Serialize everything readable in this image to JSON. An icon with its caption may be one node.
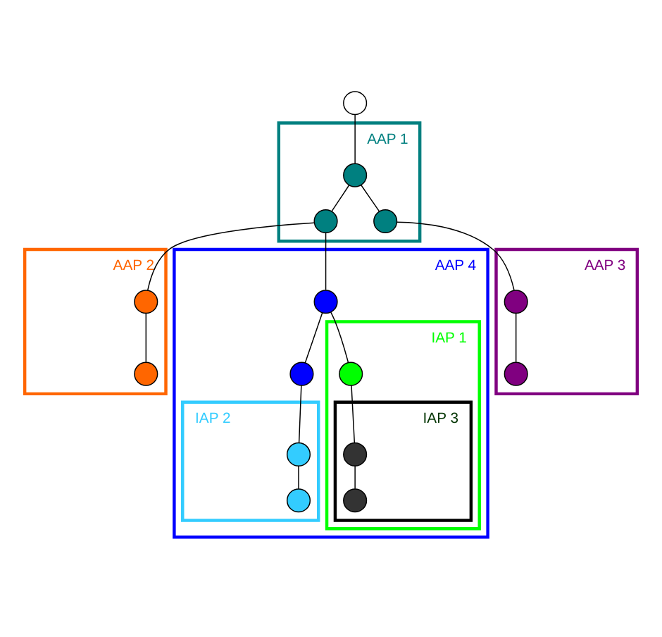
{
  "diagram": {
    "nodes": [
      {
        "text": [],
        "shape": "circle"
      },
      {
        "text": [
          "AAP 1"
        ]
      },
      {
        "text": [],
        "shape": "circle",
        "in": 1
      },
      {
        "text": [],
        "shape": "circle",
        "in": 1
      },
      {
        "text": [],
        "shape": "circle",
        "in": 1
      },
      {
        "text": [
          "AAP 2"
        ]
      },
      {
        "text": [],
        "shape": "circle",
        "in": 5
      },
      {
        "text": [],
        "shape": "circle",
        "in": 5
      },
      {
        "text": [
          "AAP 3"
        ]
      },
      {
        "text": [],
        "shape": "circle",
        "in": 8
      },
      {
        "text": [],
        "shape": "circle",
        "in": 8
      },
      {
        "text": [
          "AAP 4"
        ]
      },
      {
        "text": [],
        "shape": "circle",
        "in": 11
      },
      {
        "text": [],
        "shape": "circle",
        "in": 11
      },
      {
        "text": [
          "IAP 2"
        ],
        "in": 11
      },
      {
        "text": [],
        "shape": "circle",
        "in": 14
      },
      {
        "text": [],
        "shape": "circle",
        "in": 14
      },
      {
        "text": [
          "IAP 1"
        ],
        "in": 11
      },
      {
        "text": [],
        "shape": "circle",
        "in": 17
      },
      {
        "text": [
          "IAP 3"
        ],
        "in": 17
      },
      {
        "text": [],
        "shape": "circle",
        "in": 19
      },
      {
        "text": [],
        "shape": "circle",
        "in": 19
      }
    ],
    "edges": [
      {
        "from": 0,
        "to": 2,
        "arrow": "none"
      },
      {
        "from": 2,
        "to": 3,
        "arrow": "none"
      },
      {
        "from": 2,
        "to": 4,
        "arrow": "none"
      },
      {
        "from": 3,
        "to": 6,
        "arrow": "none"
      },
      {
        "from": 6,
        "to": 7,
        "arrow": "none"
      },
      {
        "from": 3,
        "to": 12,
        "arrow": "none"
      },
      {
        "from": 4,
        "to": 9,
        "arrow": "none"
      },
      {
        "from": 9,
        "to": 10,
        "arrow": "none"
      },
      {
        "from": 12,
        "to": 13,
        "arrow": "none"
      },
      {
        "from": 13,
        "to": 15,
        "arrow": "none"
      },
      {
        "from": 15,
        "to": 16,
        "arrow": "none"
      },
      {
        "from": 12,
        "to": 18,
        "arrow": "none"
      },
      {
        "from": 18,
        "to": 20,
        "arrow": "none"
      },
      {
        "from": 20,
        "to": 21,
        "arrow": "none"
      }
    ]
  }
}
